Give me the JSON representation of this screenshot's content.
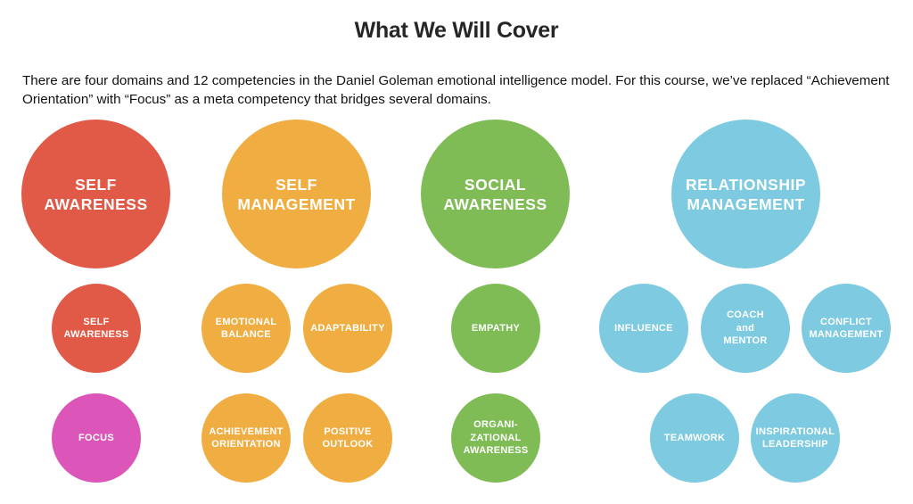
{
  "header": {
    "title": "What We Will Cover",
    "intro": "There are four domains and 12 competencies in the Daniel Goleman emotional intelligence model. For this course, we’ve replaced “Achievement Orientation” with “Focus” as a meta competency that bridges several domains."
  },
  "colors": {
    "self_awareness": "#e05a47",
    "self_management": "#f0ad41",
    "social_awareness": "#7fbc55",
    "relationship_management": "#7ecae0",
    "focus": "#dc56b9"
  },
  "domains": [
    {
      "label": "SELF\nAWARENESS",
      "competencies": [
        "SELF\nAWARENESS",
        "FOCUS"
      ]
    },
    {
      "label": "SELF\nMANAGEMENT",
      "competencies": [
        "EMOTIONAL\nBALANCE",
        "ADAPTABILITY",
        "ACHIEVEMENT\nORIENTATION",
        "POSITIVE\nOUTLOOK"
      ]
    },
    {
      "label": "SOCIAL\nAWARENESS",
      "competencies": [
        "EMPATHY",
        "ORGANI-\nZATIONAL\nAWARENESS"
      ]
    },
    {
      "label": "RELATIONSHIP\nMANAGEMENT",
      "competencies": [
        "INFLUENCE",
        "COACH\nand\nMENTOR",
        "CONFLICT\nMANAGEMENT",
        "TEAMWORK",
        "INSPIRATIONAL\nLEADERSHIP"
      ]
    }
  ]
}
